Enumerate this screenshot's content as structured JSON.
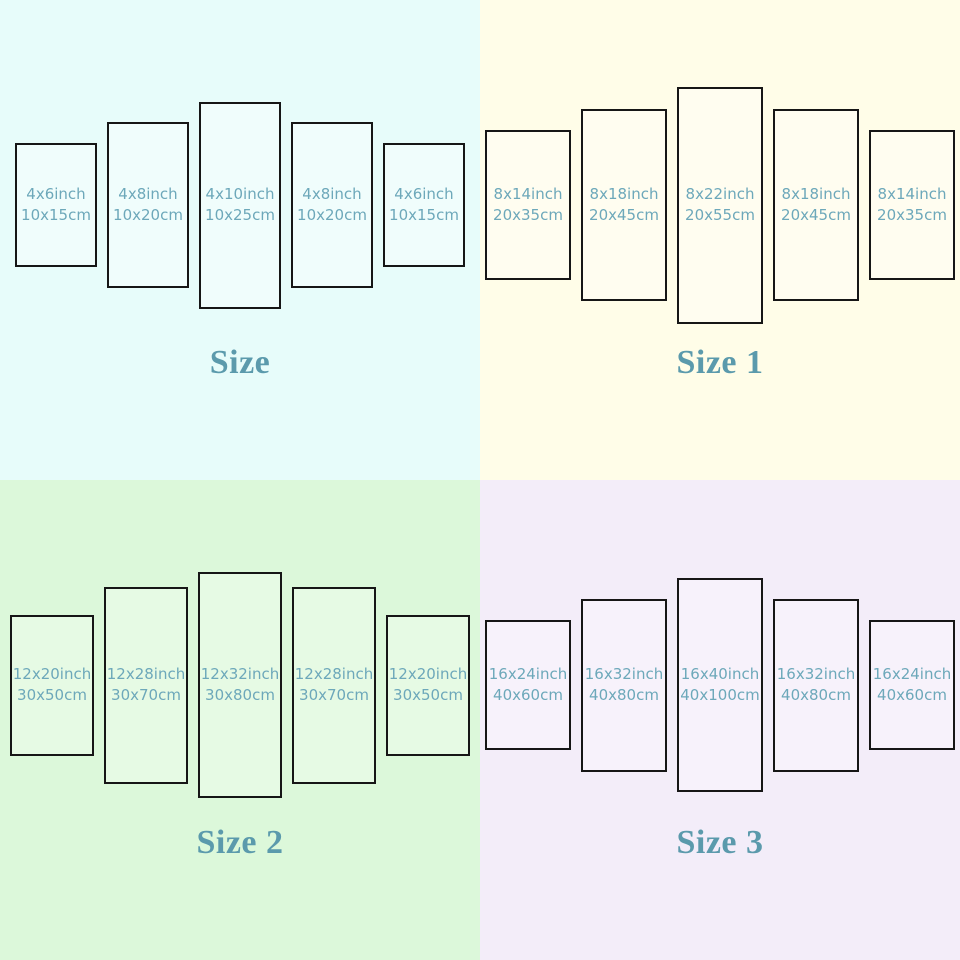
{
  "colors": {
    "panel_border": "#161616",
    "panel_text": "#6da8ba",
    "title_text": "#5b9aac"
  },
  "sets": [
    {
      "title": "Size",
      "colors": {
        "background": "#e7fcfa",
        "panel": "#f0fdfc"
      },
      "panels": [
        {
          "inch": "4x6inch",
          "cm": "10x15cm"
        },
        {
          "inch": "4x8inch",
          "cm": "10x20cm"
        },
        {
          "inch": "4x10inch",
          "cm": "10x25cm"
        },
        {
          "inch": "4x8inch",
          "cm": "10x20cm"
        },
        {
          "inch": "4x6inch",
          "cm": "10x15cm"
        }
      ]
    },
    {
      "title": "Size 1",
      "colors": {
        "background": "#fffde8",
        "panel": "#fffdf0"
      },
      "panels": [
        {
          "inch": "8x14inch",
          "cm": "20x35cm"
        },
        {
          "inch": "8x18inch",
          "cm": "20x45cm"
        },
        {
          "inch": "8x22inch",
          "cm": "20x55cm"
        },
        {
          "inch": "8x18inch",
          "cm": "20x45cm"
        },
        {
          "inch": "8x14inch",
          "cm": "20x35cm"
        }
      ]
    },
    {
      "title": "Size 2",
      "colors": {
        "background": "#dcf8da",
        "panel": "#e6fae4"
      },
      "panels": [
        {
          "inch": "12x20inch",
          "cm": "30x50cm"
        },
        {
          "inch": "12x28inch",
          "cm": "30x70cm"
        },
        {
          "inch": "12x32inch",
          "cm": "30x80cm"
        },
        {
          "inch": "12x28inch",
          "cm": "30x70cm"
        },
        {
          "inch": "12x20inch",
          "cm": "30x50cm"
        }
      ]
    },
    {
      "title": "Size 3",
      "colors": {
        "background": "#f3edf9",
        "panel": "#f7f2fb"
      },
      "panels": [
        {
          "inch": "16x24inch",
          "cm": "40x60cm"
        },
        {
          "inch": "16x32inch",
          "cm": "40x80cm"
        },
        {
          "inch": "16x40inch",
          "cm": "40x100cm"
        },
        {
          "inch": "16x32inch",
          "cm": "40x80cm"
        },
        {
          "inch": "16x24inch",
          "cm": "40x60cm"
        }
      ]
    }
  ]
}
